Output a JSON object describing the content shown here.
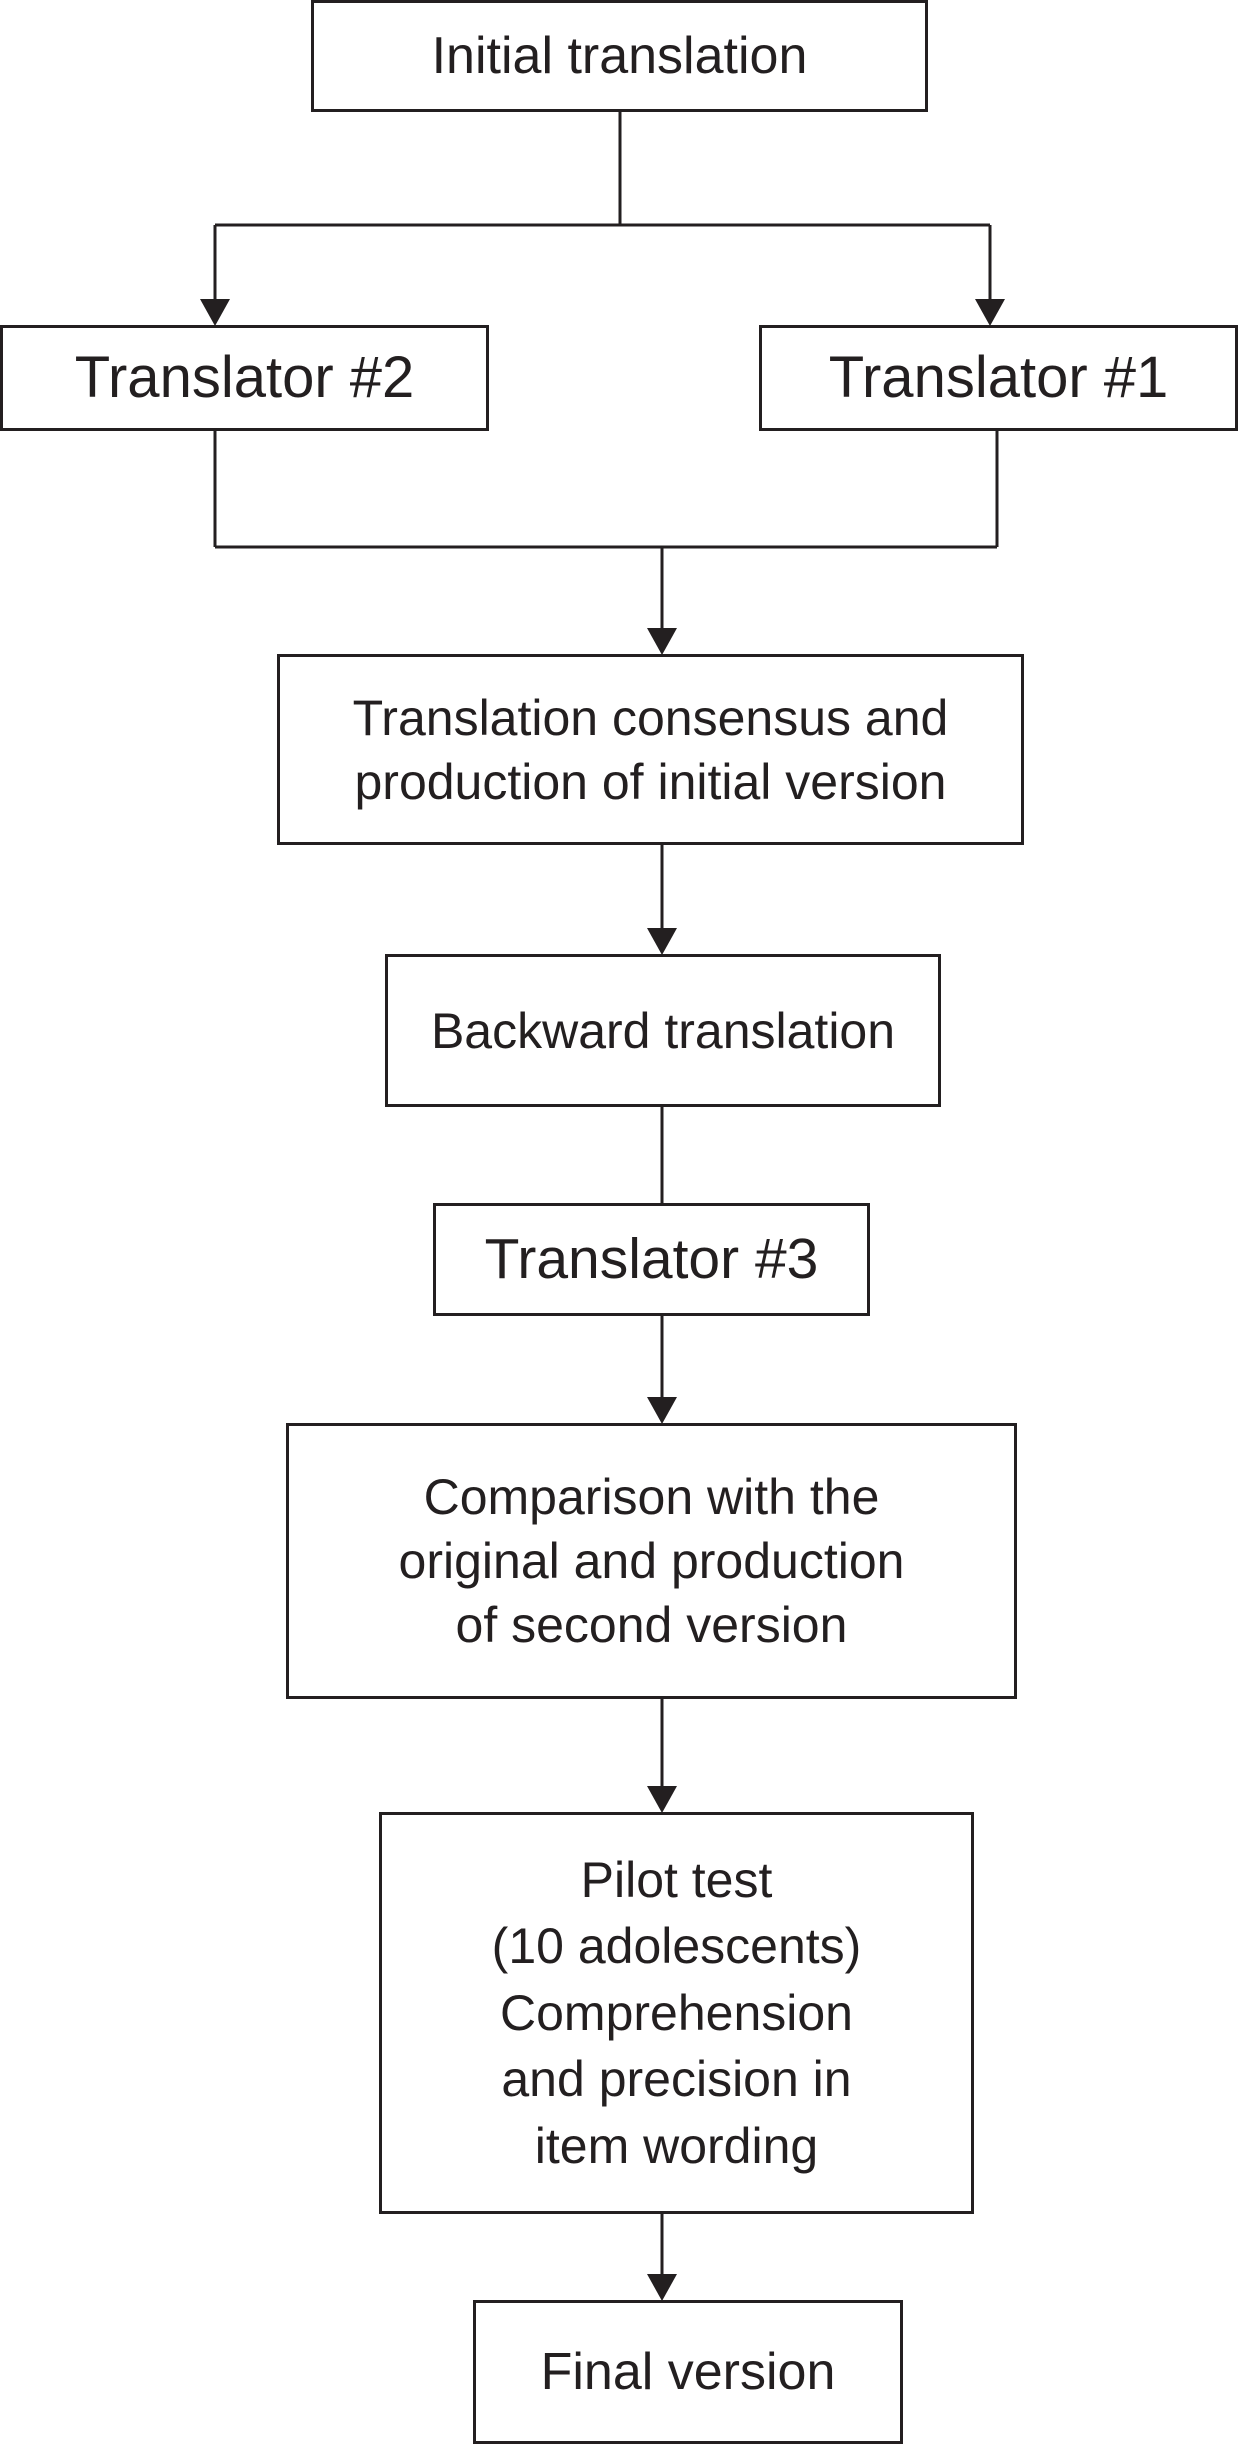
{
  "diagram": {
    "nodes": {
      "initial_translation": "Initial translation",
      "translator_2": "Translator #2",
      "translator_1": "Translator #1",
      "consensus": "Translation consensus and\nproduction of initial version",
      "backward_translation": "Backward translation",
      "translator_3": "Translator #3",
      "comparison": "Comparison with the\noriginal and production\nof second version",
      "pilot_test": "Pilot test\n(10 adolescents)\nComprehension\nand precision in\nitem wording",
      "final_version": "Final version"
    },
    "edges": [
      {
        "from": "initial_translation",
        "to": "translator_2"
      },
      {
        "from": "initial_translation",
        "to": "translator_1"
      },
      {
        "from": "translator_2",
        "to": "consensus"
      },
      {
        "from": "translator_1",
        "to": "consensus"
      },
      {
        "from": "consensus",
        "to": "backward_translation"
      },
      {
        "from": "backward_translation",
        "to": "translator_3"
      },
      {
        "from": "translator_3",
        "to": "comparison"
      },
      {
        "from": "comparison",
        "to": "pilot_test"
      },
      {
        "from": "pilot_test",
        "to": "final_version"
      }
    ],
    "colors": {
      "stroke": "#231f20",
      "background": "#ffffff"
    }
  }
}
